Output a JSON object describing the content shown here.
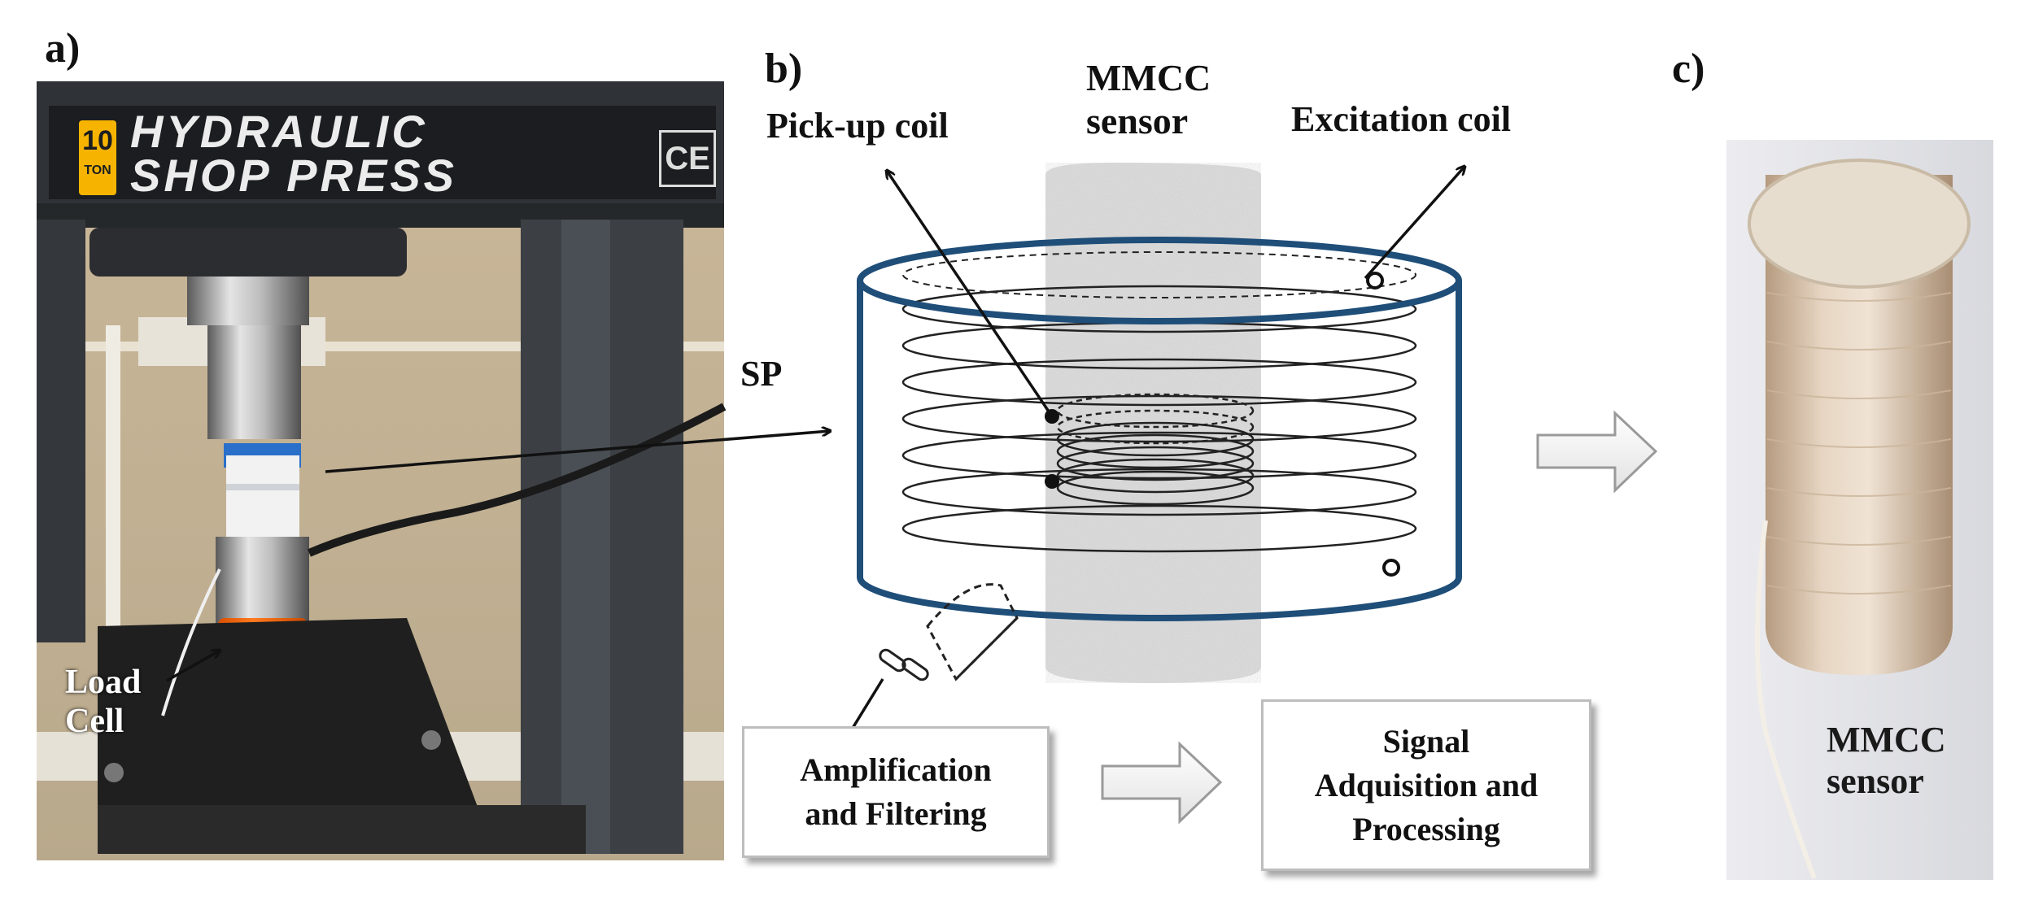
{
  "panels": {
    "a": "a)",
    "b": "b)",
    "c": "c)"
  },
  "photo_a": {
    "press_capacity_number": "10",
    "press_capacity_unit": "TON",
    "press_title_line1": "HYDRAULIC",
    "press_title_line2": "SHOP PRESS",
    "ce_mark": "CE",
    "load_cell_label_line1": "Load",
    "load_cell_label_line2": "Cell"
  },
  "diagram_b": {
    "mmcc_label_line1": "MMCC",
    "mmcc_label_line2": "sensor",
    "pickup_coil_label": "Pick-up coil",
    "excitation_coil_label": "Excitation coil",
    "sp_label": "SP",
    "amplification_line1": "Amplification",
    "amplification_line2": "and Filtering",
    "signal_line1": "Signal",
    "signal_line2": "Adquisition and",
    "signal_line3": "Processing"
  },
  "photo_c": {
    "sensor_label_line1": "MMCC",
    "sensor_label_line2": "sensor"
  },
  "colors": {
    "coil_outline": "#1f4e79",
    "load_cell_orange": "#ff6a13",
    "press_frame": "#3c4045"
  }
}
